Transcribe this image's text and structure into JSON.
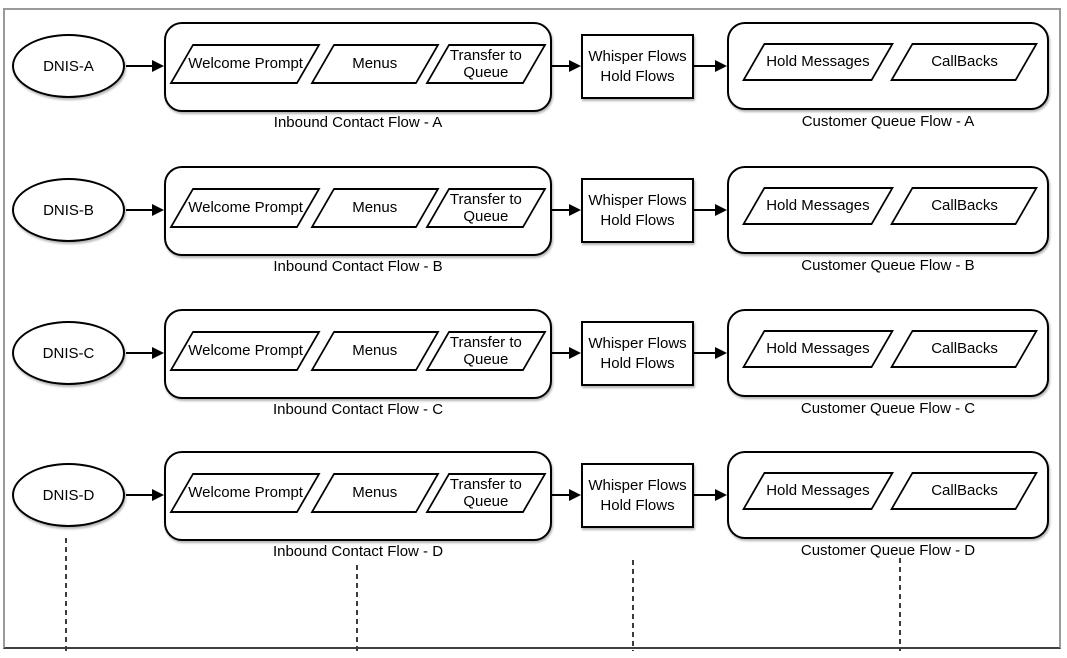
{
  "rows": [
    {
      "dnis": "DNIS-A",
      "inbound_steps": [
        "Welcome Prompt",
        "Menus",
        "Transfer to Queue"
      ],
      "inbound_label": "Inbound Contact Flow - A",
      "whisper": [
        "Whisper Flows",
        "Hold Flows"
      ],
      "queue_steps": [
        "Hold Messages",
        "CallBacks"
      ],
      "queue_label": "Customer Queue Flow - A"
    },
    {
      "dnis": "DNIS-B",
      "inbound_steps": [
        "Welcome Prompt",
        "Menus",
        "Transfer to Queue"
      ],
      "inbound_label": "Inbound Contact Flow - B",
      "whisper": [
        "Whisper Flows",
        "Hold Flows"
      ],
      "queue_steps": [
        "Hold Messages",
        "CallBacks"
      ],
      "queue_label": "Customer Queue Flow - B"
    },
    {
      "dnis": "DNIS-C",
      "inbound_steps": [
        "Welcome Prompt",
        "Menus",
        "Transfer to Queue"
      ],
      "inbound_label": "Inbound Contact Flow - C",
      "whisper": [
        "Whisper Flows",
        "Hold Flows"
      ],
      "queue_steps": [
        "Hold Messages",
        "CallBacks"
      ],
      "queue_label": "Customer Queue Flow - C"
    },
    {
      "dnis": "DNIS-D",
      "inbound_steps": [
        "Welcome Prompt",
        "Menus",
        "Transfer to Queue"
      ],
      "inbound_label": "Inbound Contact Flow - D",
      "whisper": [
        "Whisper Flows",
        "Hold Flows"
      ],
      "queue_steps": [
        "Hold Messages",
        "CallBacks"
      ],
      "queue_label": "Customer Queue Flow - D"
    }
  ],
  "colors": {
    "shape_stroke": "#000000",
    "text": "#000000",
    "frame_border": "#9a9a9a",
    "dashed_line": "#3c3c3c",
    "background": "#ffffff"
  }
}
